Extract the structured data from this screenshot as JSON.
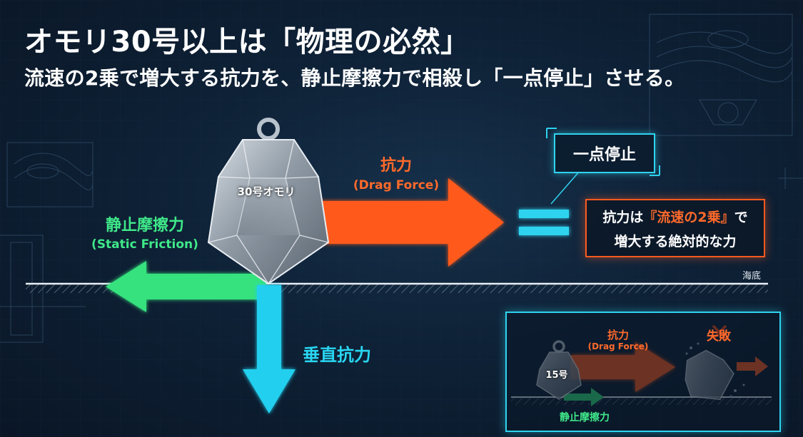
{
  "title": "オモリ30号以上は「物理の必然」",
  "subtitle": "流速の2乗で増大する抗力を、静止摩擦力で相殺し「一点停止」させる。",
  "main_diagram": {
    "drag_label": "抗力",
    "drag_label_en": "(Drag Force)",
    "static_label": "静止摩擦力",
    "static_label_en": "(Static Friction)",
    "normal_label": "垂直抗力",
    "weight_label": "30号オモリ",
    "seabed_label": "海底",
    "stop_label": "一点停止",
    "note_prefix": "抗力は",
    "note_highlight": "『流速の2乗』",
    "note_suffix": "で",
    "note_line2": "増大する絶対的な力"
  },
  "inset": {
    "drag_label": "抗力",
    "drag_label_en": "(Drag Force)",
    "fail_label": "失敗",
    "weight_label": "15号",
    "static_label": "静止摩擦力"
  },
  "colors": {
    "drag": "#ff5a1f",
    "static": "#34e27e",
    "normal": "#22cfee",
    "accent_border": "#2fd3ef",
    "background": "#0e2136"
  },
  "icons": {
    "fail": "cross-icon",
    "equals": "equals-icon"
  }
}
